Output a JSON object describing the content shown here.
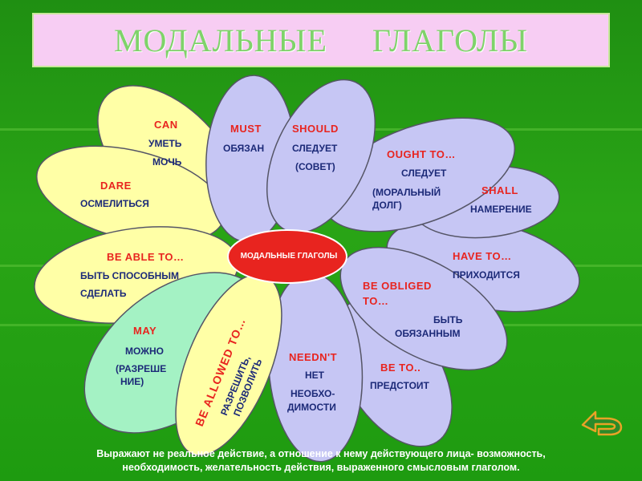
{
  "title": {
    "part1": "МОДАЛЬНЫЕ",
    "part2": "ГЛАГОЛЫ"
  },
  "center": {
    "label": "МОДАЛЬНЫЕ ГЛАГОЛЫ"
  },
  "petals": {
    "can": {
      "verb": "CAN",
      "meaning_1": "УМЕТЬ",
      "meaning_2": "МОЧЬ"
    },
    "must": {
      "verb": "MUST",
      "meaning_1": "ОБЯЗАН"
    },
    "should": {
      "verb": "SHOULD",
      "meaning_1": "СЛЕДУЕТ",
      "meaning_2": "(СОВЕТ)"
    },
    "ought_to": {
      "verb": "OUGHT  TO…",
      "meaning_1": "СЛЕДУЕТ",
      "meaning_2": "(МОРАЛЬНЫЙ",
      "meaning_3": "ДОЛГ)"
    },
    "shall": {
      "verb": "SHALL",
      "meaning_1": "НАМЕРЕНИЕ"
    },
    "dare": {
      "verb": "DARE",
      "meaning_1": "ОСМЕЛИТЬСЯ"
    },
    "be_able_to": {
      "verb": "BE ABLE TO…",
      "meaning_1": "БЫТЬ СПОСОБНЫМ",
      "meaning_2": "СДЕЛАТЬ"
    },
    "have_to": {
      "verb": "HAVE TO…",
      "meaning_1": "ПРИХОДИТСЯ"
    },
    "be_obliged": {
      "verb_1": "BE OBLIGED",
      "verb_2": "TO…",
      "meaning_1": "БЫТЬ",
      "meaning_2": "ОБЯЗАННЫМ"
    },
    "may": {
      "verb": "MAY",
      "meaning_1": "МОЖНО",
      "meaning_2": "(РАЗРЕШЕ",
      "meaning_3": "НИЕ)"
    },
    "be_allowed": {
      "verb": "BE  ALLOWED TO…",
      "meaning_1": "РАЗРЕШИТЬ,",
      "meaning_2": "ПОЗВОЛИТЬ"
    },
    "neednt": {
      "verb": "NEEDN'T",
      "meaning_1": "НЕТ",
      "meaning_2": "НЕОБХО-",
      "meaning_3": "ДИМОСТИ"
    },
    "be_to": {
      "verb": "BE TO..",
      "meaning_1": "ПРЕДСТОИТ"
    }
  },
  "footer": {
    "line_1": "Выражают не реальное действие, а отношение к нему действующего лица- возможность,",
    "line_2": "необходимость, желательность действия, выраженного смысловым глаголом."
  },
  "colors": {
    "petal_yellow": "#ffffa6",
    "petal_lavender": "#c6c6f4",
    "petal_green": "#a4f2c4",
    "center": "#e8241f",
    "verb_text": "#e8241f",
    "meaning_text": "#1c2a78",
    "title_box": "#f7cdf3",
    "title_text": "#7fd36a",
    "background": "#22a012"
  },
  "icons": {
    "back": "curved-return-arrow-icon"
  }
}
